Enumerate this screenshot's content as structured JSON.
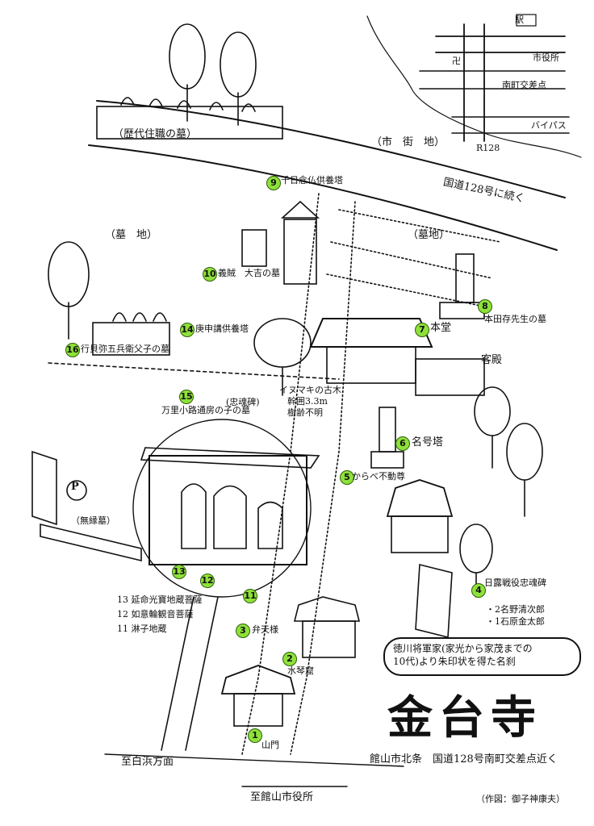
{
  "title": "金台寺",
  "banner": [
    "徳川将軍家(家光から家茂までの",
    "10代)より朱印状を得た名刹"
  ],
  "location_line": "館山市北条　国道128号南町交差点近く",
  "credit": "（作図：御子神康夫）",
  "inset_map": {
    "station": "駅",
    "city_hall": "市役所",
    "temple_symbol": "卍",
    "intersection": "南町交差点",
    "bypass": "バイパス",
    "route": "R128"
  },
  "area_labels": {
    "past_priests_graves": "（歴代住職の墓）",
    "city_street": "（市　街　地）",
    "national_road": "国道128号に続く",
    "cemetery_left": "（墓　地）",
    "cemetery_right": "（墓地）",
    "muenbo": "（無縁墓）",
    "parking": "P",
    "to_shirahama": "至白浜方面",
    "to_cityhall": "至館山市役所",
    "kyakuden": "客殿",
    "ireito": "(忠魂碑)",
    "tree_note": [
      "イヌマキの古木",
      "幹囲3.3m",
      "樹齢不明"
    ]
  },
  "points": [
    {
      "n": "1",
      "label": "山門"
    },
    {
      "n": "2",
      "label": "水琴窟"
    },
    {
      "n": "3",
      "label": "弁天様"
    },
    {
      "n": "4",
      "label": "日露戦役忠魂碑"
    },
    {
      "n": "5",
      "label": "からべ不動尊"
    },
    {
      "n": "6",
      "label": "名号塔"
    },
    {
      "n": "7",
      "label": "本堂"
    },
    {
      "n": "8",
      "label": "本田存先生の墓"
    },
    {
      "n": "9",
      "label": "千日念仏供養塔"
    },
    {
      "n": "10",
      "label": "義賊　大吉の墓"
    },
    {
      "n": "11",
      "label": "淋子地蔵"
    },
    {
      "n": "12",
      "label": "如意輪観音菩薩"
    },
    {
      "n": "13",
      "label": "延命光寶地蔵菩薩"
    },
    {
      "n": "14",
      "label": "庚申講供養塔"
    },
    {
      "n": "15",
      "label": "万里小路通房の子の墓"
    },
    {
      "n": "16",
      "label": "行貝弥五兵衛父子の墓"
    }
  ],
  "memorial_names": [
    "・2名野清次郎",
    "・1石原金太郎"
  ],
  "legend": [
    {
      "n": "13",
      "label": "延命光寶地蔵菩薩"
    },
    {
      "n": "12",
      "label": "如意輪観音菩薩"
    },
    {
      "n": "11",
      "label": "淋子地蔵"
    }
  ],
  "colors": {
    "marker": "#8ee13a",
    "ink": "#111111",
    "paper": "#ffffff"
  }
}
